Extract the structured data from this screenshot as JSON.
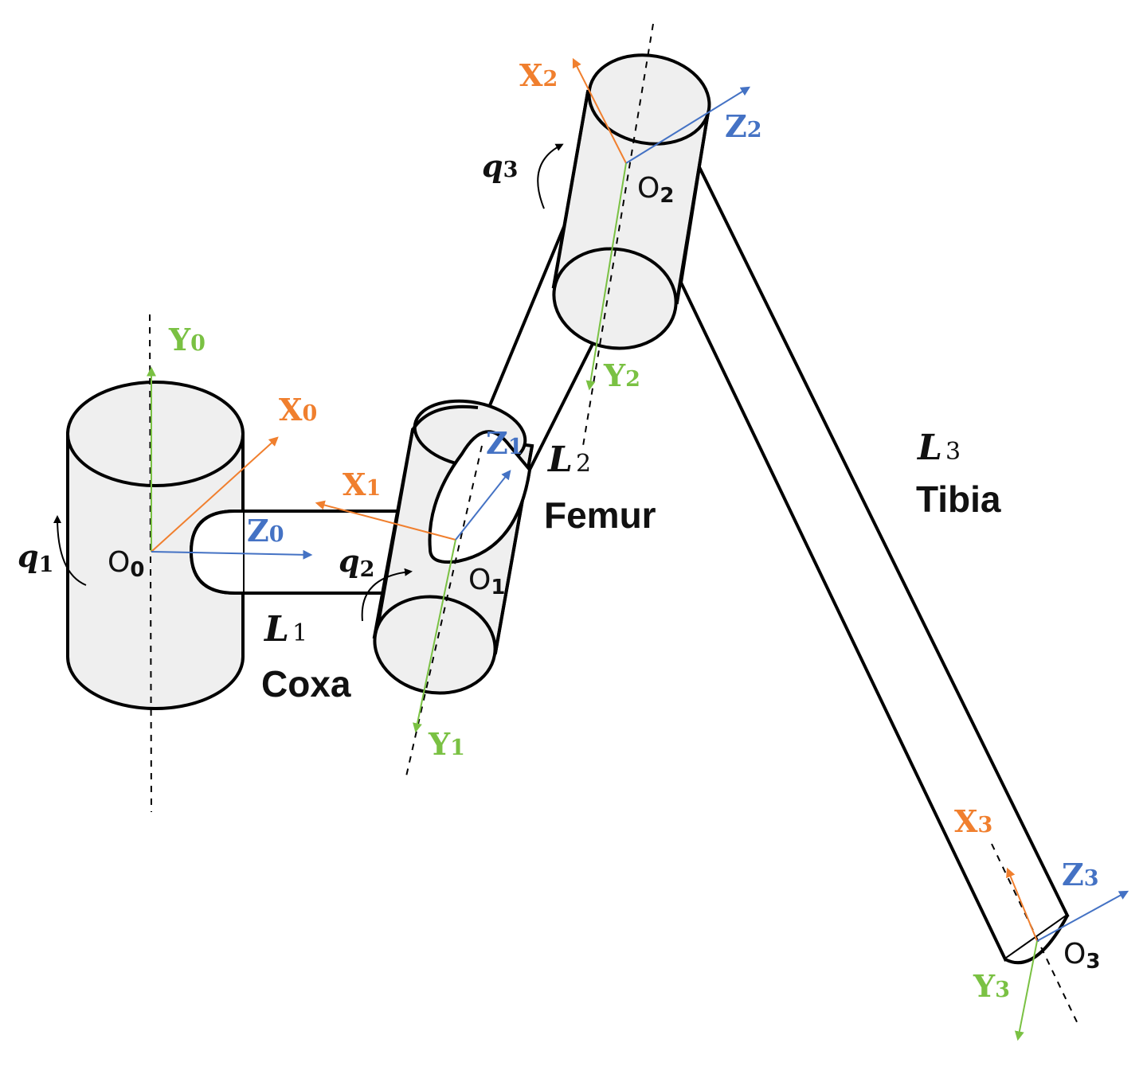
{
  "colors": {
    "x": "#F07F2E",
    "y": "#7AC143",
    "z": "#4472C4",
    "outline": "#000000",
    "cylinder_fill": "#efefef"
  },
  "frames": [
    {
      "id": "0",
      "x_label": "X",
      "y_label": "Y",
      "z_label": "Z",
      "index": "0"
    },
    {
      "id": "1",
      "x_label": "X",
      "y_label": "Y",
      "z_label": "Z",
      "index": "1"
    },
    {
      "id": "2",
      "x_label": "X",
      "y_label": "Y",
      "z_label": "Z",
      "index": "2"
    },
    {
      "id": "3",
      "x_label": "X",
      "y_label": "Y",
      "z_label": "Z",
      "index": "3"
    }
  ],
  "origins": [
    {
      "base": "O",
      "index": "0"
    },
    {
      "base": "O",
      "index": "1"
    },
    {
      "base": "O",
      "index": "2"
    },
    {
      "base": "O",
      "index": "3"
    }
  ],
  "joints": [
    {
      "base": "q",
      "index": "1"
    },
    {
      "base": "q",
      "index": "2"
    },
    {
      "base": "q",
      "index": "3"
    }
  ],
  "links": [
    {
      "base": "L",
      "index": "1",
      "name": "Coxa"
    },
    {
      "base": "L",
      "index": "2",
      "name": "Femur"
    },
    {
      "base": "L",
      "index": "3",
      "name": "Tibia"
    }
  ]
}
